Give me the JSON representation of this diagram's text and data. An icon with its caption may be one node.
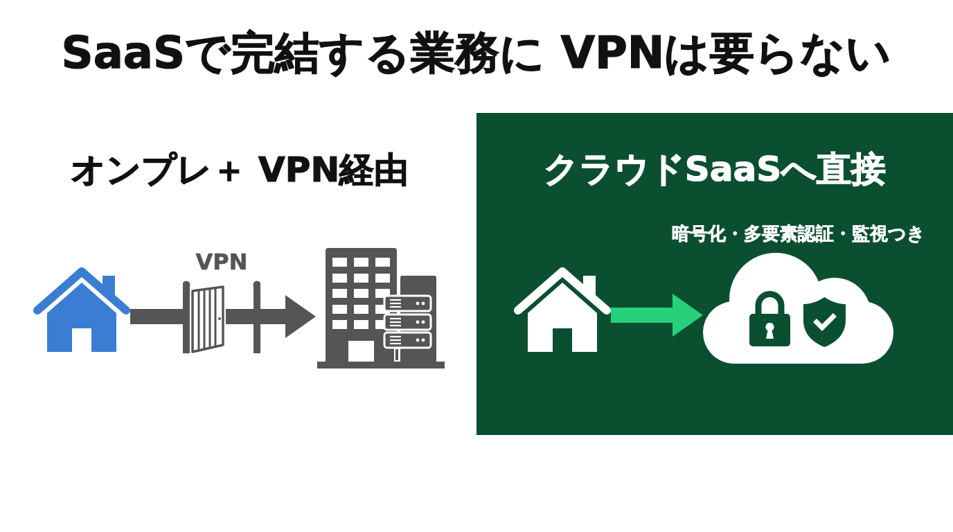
{
  "diagram": {
    "title": "SaaSで完結する業務に VPNは要らない",
    "nodes": [
      {
        "text": [],
        "shape": "house"
      },
      {
        "text": [],
        "shape": "gate",
        "beside": [
          "VPN"
        ]
      },
      {
        "text": [],
        "shape": "building"
      },
      {
        "text": [
          "クラウドSaaSへ直接"
        ]
      },
      {
        "text": [],
        "shape": "house",
        "in": 3
      },
      {
        "text": [],
        "shape": "cloud",
        "in": 3,
        "beside": [
          "暗号化・多要素認証・監視つき"
        ]
      }
    ],
    "edges": [
      {
        "from": 0,
        "to": 1,
        "arrow": "none"
      },
      {
        "from": 1,
        "to": 2,
        "arrow": "to"
      },
      {
        "from": 4,
        "to": 5,
        "arrow": "to",
        "color": "#27d17a"
      }
    ],
    "labels": [
      "オンプレ＋ VPN経由"
    ]
  }
}
